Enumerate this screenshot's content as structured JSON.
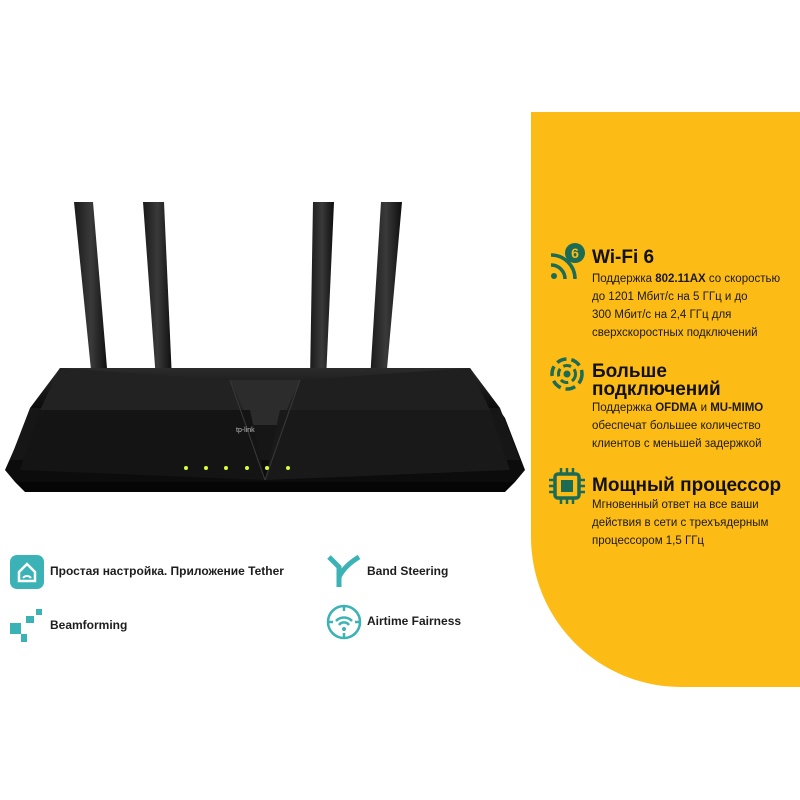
{
  "router": {
    "brand_logo": "tp-link"
  },
  "features": [
    {
      "icon": "wifi6-icon",
      "title": "Wi-Fi 6",
      "desc_lines": [
        [
          "Поддержка ",
          "802.11AX",
          " со скоростью"
        ],
        [
          "до 1201 Мбит/с на 5 ГГц и до"
        ],
        [
          "300 Мбит/с на 2,4 ГГц для"
        ],
        [
          "сверхскоростных подключений"
        ]
      ]
    },
    {
      "icon": "multi-connection-icon",
      "title_line1": "Больше",
      "title_line2": "подключений",
      "desc_lines": [
        [
          "Поддержка ",
          "OFDMA",
          " и ",
          "MU-MIMO"
        ],
        [
          "обеспечат большее количество"
        ],
        [
          "клиентов с меньшей задержкой"
        ]
      ]
    },
    {
      "icon": "cpu-icon",
      "title": "Мощный процессор",
      "desc_lines": [
        [
          "Мгновенный ответ на все ваши"
        ],
        [
          "действия в сети с трехъядерным"
        ],
        [
          "процессором 1,5 ГГц"
        ]
      ]
    }
  ],
  "bottom_features": {
    "tether": "Простая настройка. Приложение Tether",
    "band_steering": "Band Steering",
    "beamforming": "Beamforming",
    "airtime": "Airtime Fairness"
  },
  "colors": {
    "accent_yellow": "#fdbb16",
    "teal": "#3ab2b6",
    "router_black": "#111111"
  }
}
